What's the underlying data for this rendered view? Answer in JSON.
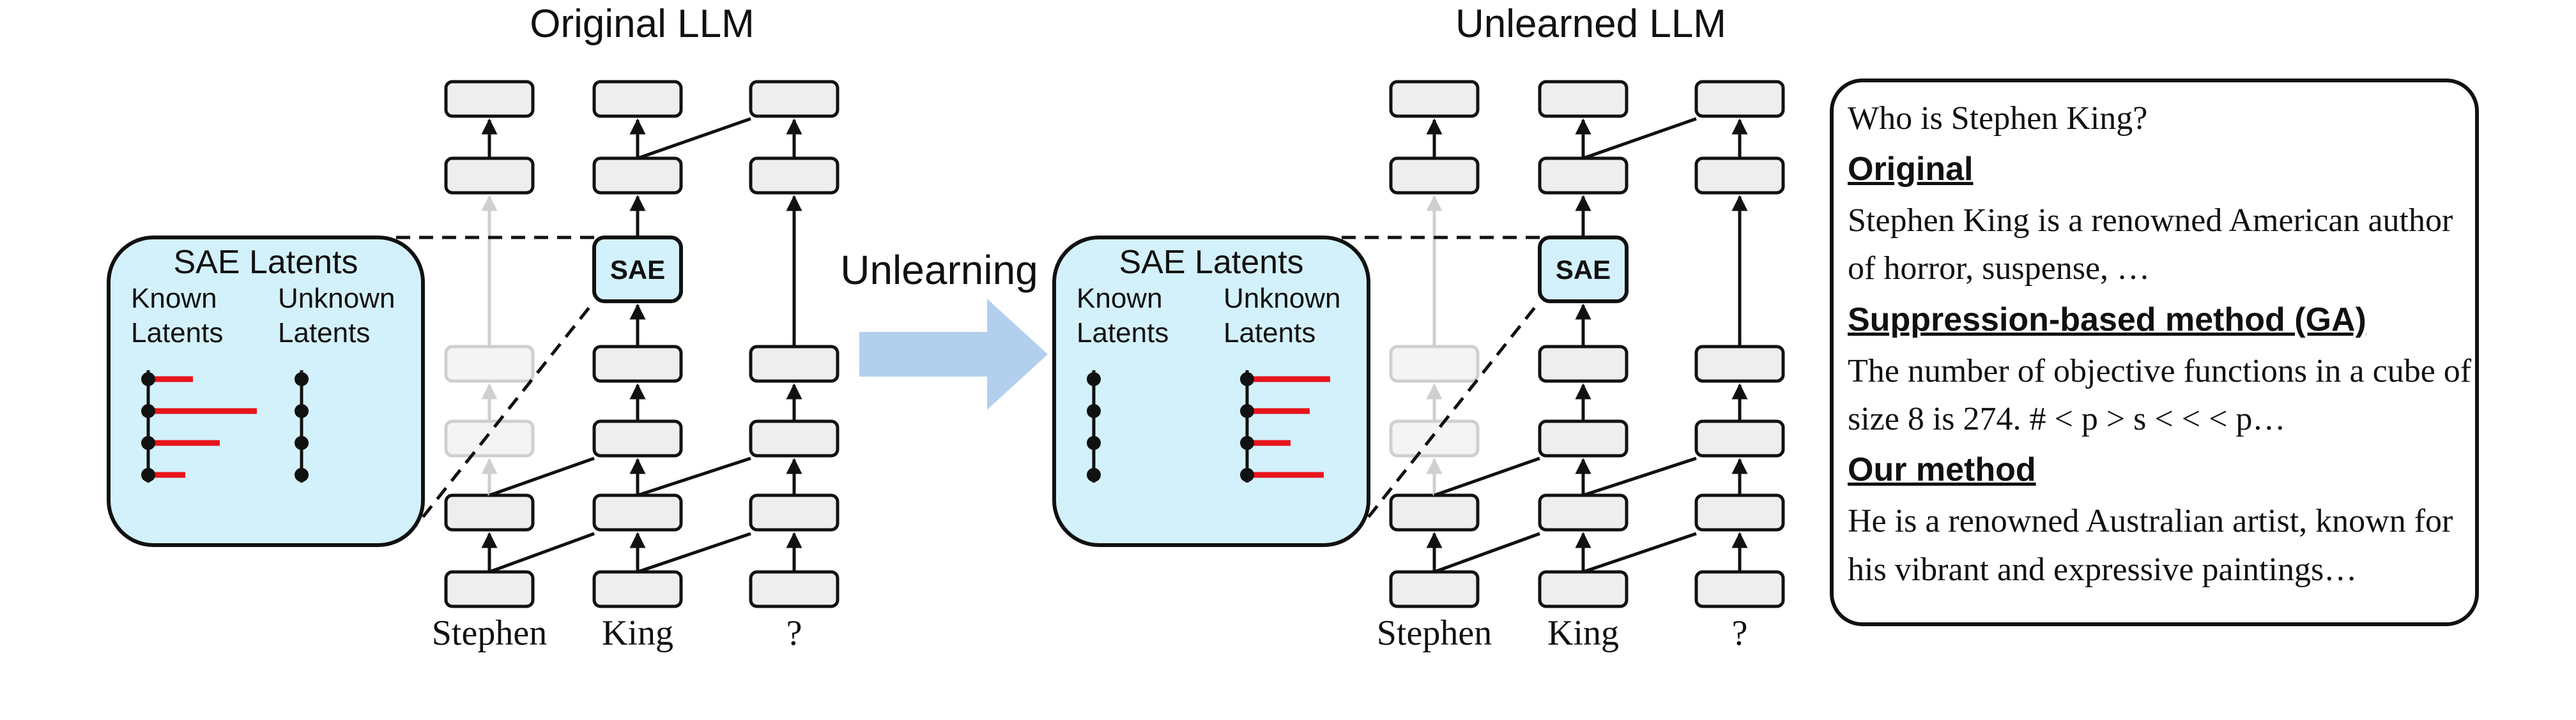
{
  "left_panel": {
    "title": "Original LLM",
    "sae_latents_title": "SAE Latents",
    "known_label": "Known\nLatents",
    "unknown_label": "Unknown\nLatents",
    "sae_box_label": "SAE",
    "tokens": [
      "Stephen",
      "King",
      "?"
    ],
    "known_activation": "high",
    "unknown_activation": "none"
  },
  "arrow": {
    "label": "Unlearning",
    "color": "#b3cfee"
  },
  "right_panel": {
    "title": "Unlearned LLM",
    "sae_latents_title": "SAE Latents",
    "known_label": "Known\nLatents",
    "unknown_label": "Unknown\nLatents",
    "sae_box_label": "SAE",
    "tokens": [
      "Stephen",
      "King",
      "?"
    ],
    "known_activation": "none",
    "unknown_activation": "high"
  },
  "answers": {
    "question": "Who is Stephen King?",
    "sections": [
      {
        "heading": "Original",
        "text": "Stephen King is a renowned American author of horror, suspense, …"
      },
      {
        "heading": "Suppression-based method (GA)",
        "text": "The number of objective functions in a cube of size 8 is 274. # < p > s < < < p…"
      },
      {
        "heading": "Our method",
        "text": "He is a renowned Australian artist, known for his vibrant and expressive paintings…"
      }
    ]
  },
  "colors": {
    "sae_fill": "#d3f1fb",
    "activation_bar": "#e8141b",
    "block_fill": "#eeeeee",
    "faded": "#cfcfcf"
  }
}
